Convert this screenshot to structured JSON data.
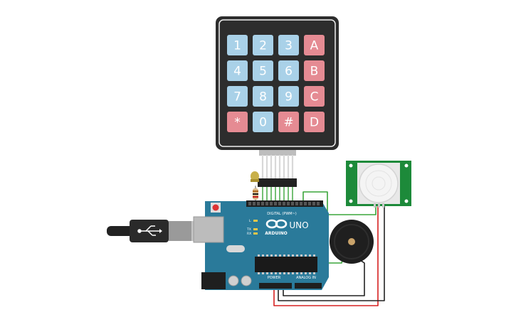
{
  "keypad": {
    "keys": [
      {
        "label": "1",
        "kind": "num"
      },
      {
        "label": "2",
        "kind": "num"
      },
      {
        "label": "3",
        "kind": "num"
      },
      {
        "label": "A",
        "kind": "letter"
      },
      {
        "label": "4",
        "kind": "num"
      },
      {
        "label": "5",
        "kind": "num"
      },
      {
        "label": "6",
        "kind": "num"
      },
      {
        "label": "B",
        "kind": "letter"
      },
      {
        "label": "7",
        "kind": "num"
      },
      {
        "label": "8",
        "kind": "num"
      },
      {
        "label": "9",
        "kind": "num"
      },
      {
        "label": "C",
        "kind": "letter"
      },
      {
        "label": "*",
        "kind": "letter"
      },
      {
        "label": "0",
        "kind": "num"
      },
      {
        "label": "#",
        "kind": "letter"
      },
      {
        "label": "D",
        "kind": "letter"
      }
    ]
  },
  "arduino": {
    "logo": "ARDUINO",
    "model": "UNO",
    "digital_label": "DIGITAL (PWM~)",
    "power_label": "POWER",
    "analog_label": "ANALOG IN",
    "led_tx": "TX",
    "led_rx": "RX",
    "led_l": "L"
  },
  "colors": {
    "key_num": "#a9d1e8",
    "key_letter": "#e58b93",
    "keypad_body": "#2d2d2d",
    "board": "#2a7a9a",
    "pir_board": "#1d8a3a",
    "wire_green": "#3aa53a",
    "wire_red": "#d62020",
    "wire_black": "#222222"
  }
}
